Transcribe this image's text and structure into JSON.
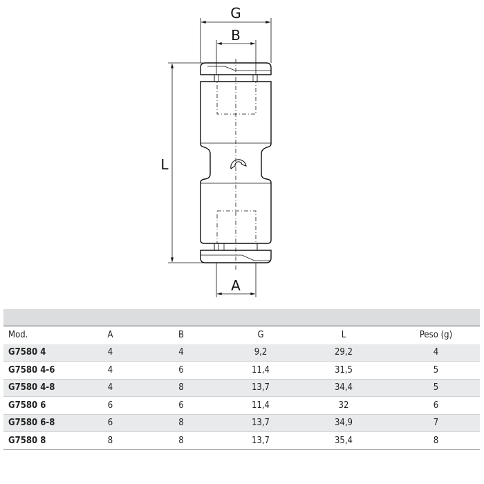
{
  "drawing": {
    "labels": {
      "G": "G",
      "B": "B",
      "L": "L",
      "A": "A"
    }
  },
  "table": {
    "headers": [
      "Mod.",
      "A",
      "B",
      "G",
      "L",
      "Peso (g)"
    ],
    "rows": [
      [
        "G7580 4",
        "4",
        "4",
        "9,2",
        "29,2",
        "4"
      ],
      [
        "G7580 4-6",
        "4",
        "6",
        "11,4",
        "31,5",
        "5"
      ],
      [
        "G7580 4-8",
        "4",
        "8",
        "13,7",
        "34,4",
        "5"
      ],
      [
        "G7580 6",
        "6",
        "6",
        "11,4",
        "32",
        "6"
      ],
      [
        "G7580 6-8",
        "6",
        "8",
        "13,7",
        "34,9",
        "7"
      ],
      [
        "G7580 8",
        "8",
        "8",
        "13,7",
        "35,4",
        "8"
      ]
    ]
  }
}
